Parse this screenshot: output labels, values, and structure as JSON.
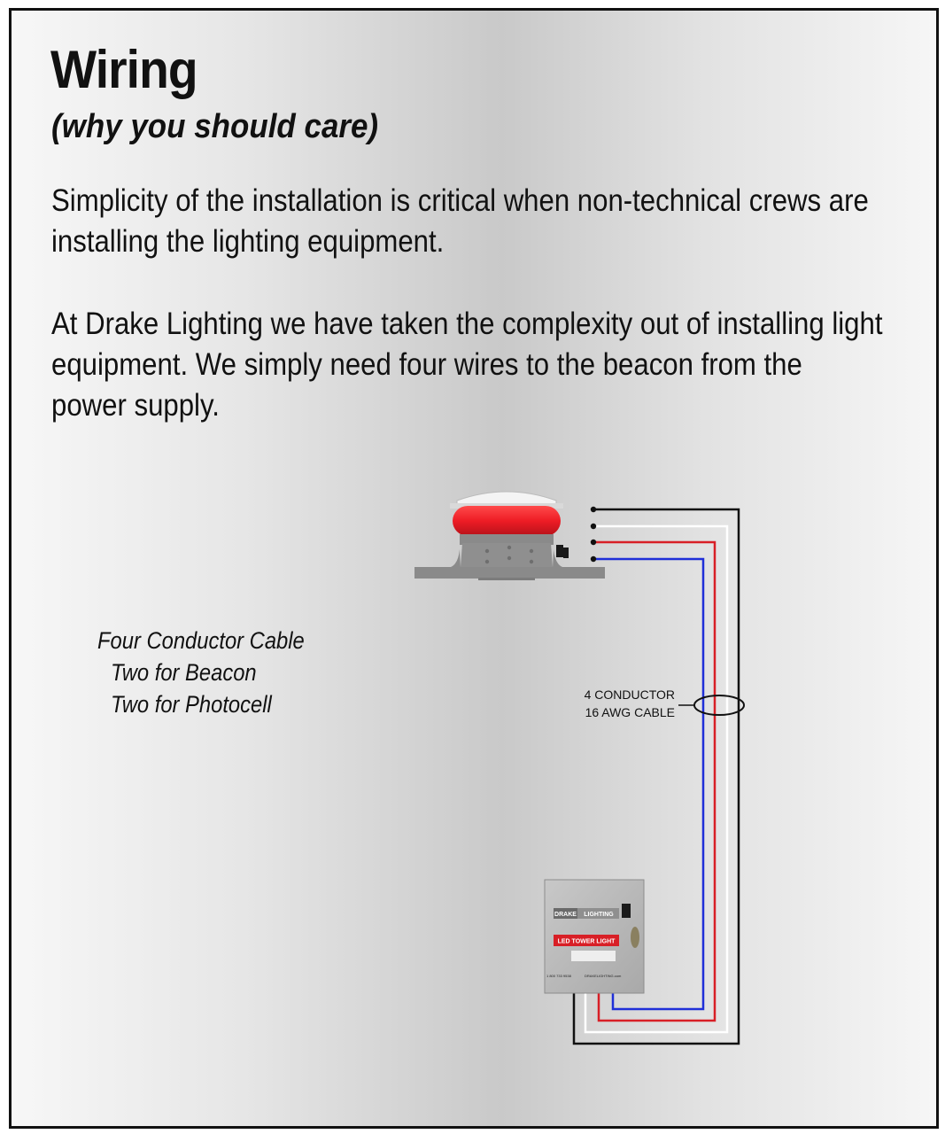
{
  "title": "Wiring",
  "subtitle": "(why you should care)",
  "paragraphs": {
    "p1": {
      "line1": "Simplicity of the installation is critical when non-technical crews are",
      "line2": "installing the lighting equipment."
    },
    "p2": {
      "line1": "At Drake Lighting we have taken the complexity out of installing light",
      "line2": "equipment.   We simply need four wires to the beacon from the",
      "line3": "power supply."
    }
  },
  "note": {
    "line1": "Four Conductor Cable",
    "line2": "Two for Beacon",
    "line3": "Two for Photocell"
  },
  "cable_label": {
    "line1": "4 CONDUCTOR",
    "line2": "16 AWG CABLE"
  },
  "power_box": {
    "brand_left": "DRAKE",
    "brand_right": "LIGHTING",
    "product": "LED TOWER LIGHT",
    "phone": "1 800 733 9538",
    "website": "DRAKELIGHTING.com"
  },
  "wire_colors": {
    "black": "#111111",
    "white": "#ffffff",
    "red": "#d81f26",
    "blue": "#1f2fd8"
  },
  "beacon_color": "#ee1c25"
}
